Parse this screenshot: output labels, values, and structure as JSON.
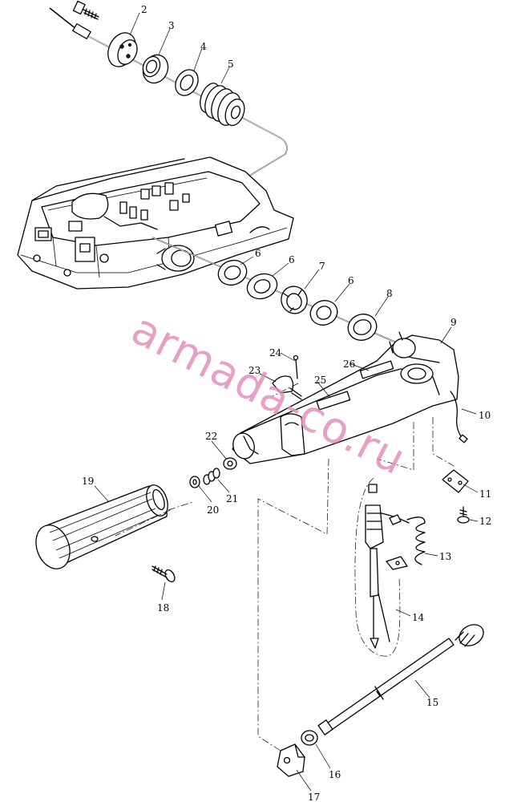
{
  "watermark": "armada-co.ru",
  "callouts": {
    "n2": "2",
    "n3": "3",
    "n4": "4",
    "n5": "5",
    "n6a": "6",
    "n6b": "6",
    "n6c": "6",
    "n7": "7",
    "n8": "8",
    "n9": "9",
    "n10": "10",
    "n11": "11",
    "n12": "12",
    "n13": "13",
    "n14": "14",
    "n15": "15",
    "n16": "16",
    "n17": "17",
    "n18": "18",
    "n19": "19",
    "n20": "20",
    "n21": "21",
    "n22": "22",
    "n23": "23",
    "n24": "24",
    "n25": "25",
    "n26": "26"
  }
}
